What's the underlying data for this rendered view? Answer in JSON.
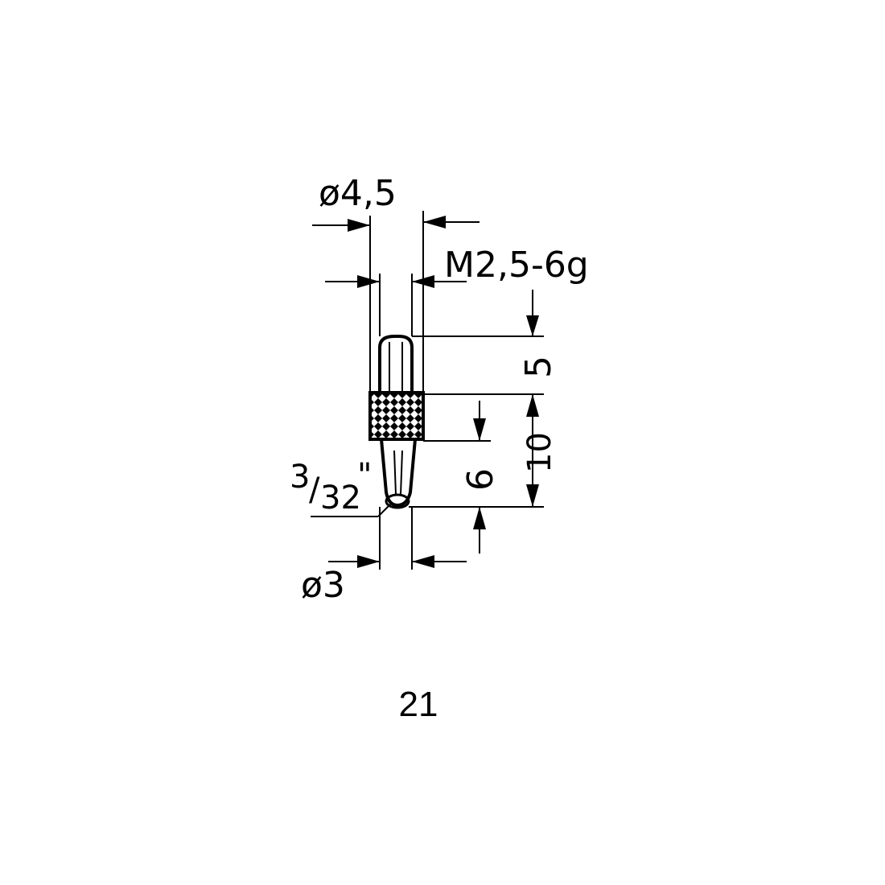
{
  "drawing": {
    "ball_diameter_label": "ø4,5",
    "thread_label": "M2,5-6g",
    "length_top_label": "5",
    "length_total_label": "10",
    "length_lower_label": "6",
    "ball_inch_label_numerator": "3",
    "ball_inch_label_denominator": "32",
    "ball_inch_label_unit": "\"",
    "shaft_diameter_label": "ø3",
    "figure_number": "21"
  },
  "colors": {
    "line": "#000000",
    "background": "#ffffff"
  }
}
